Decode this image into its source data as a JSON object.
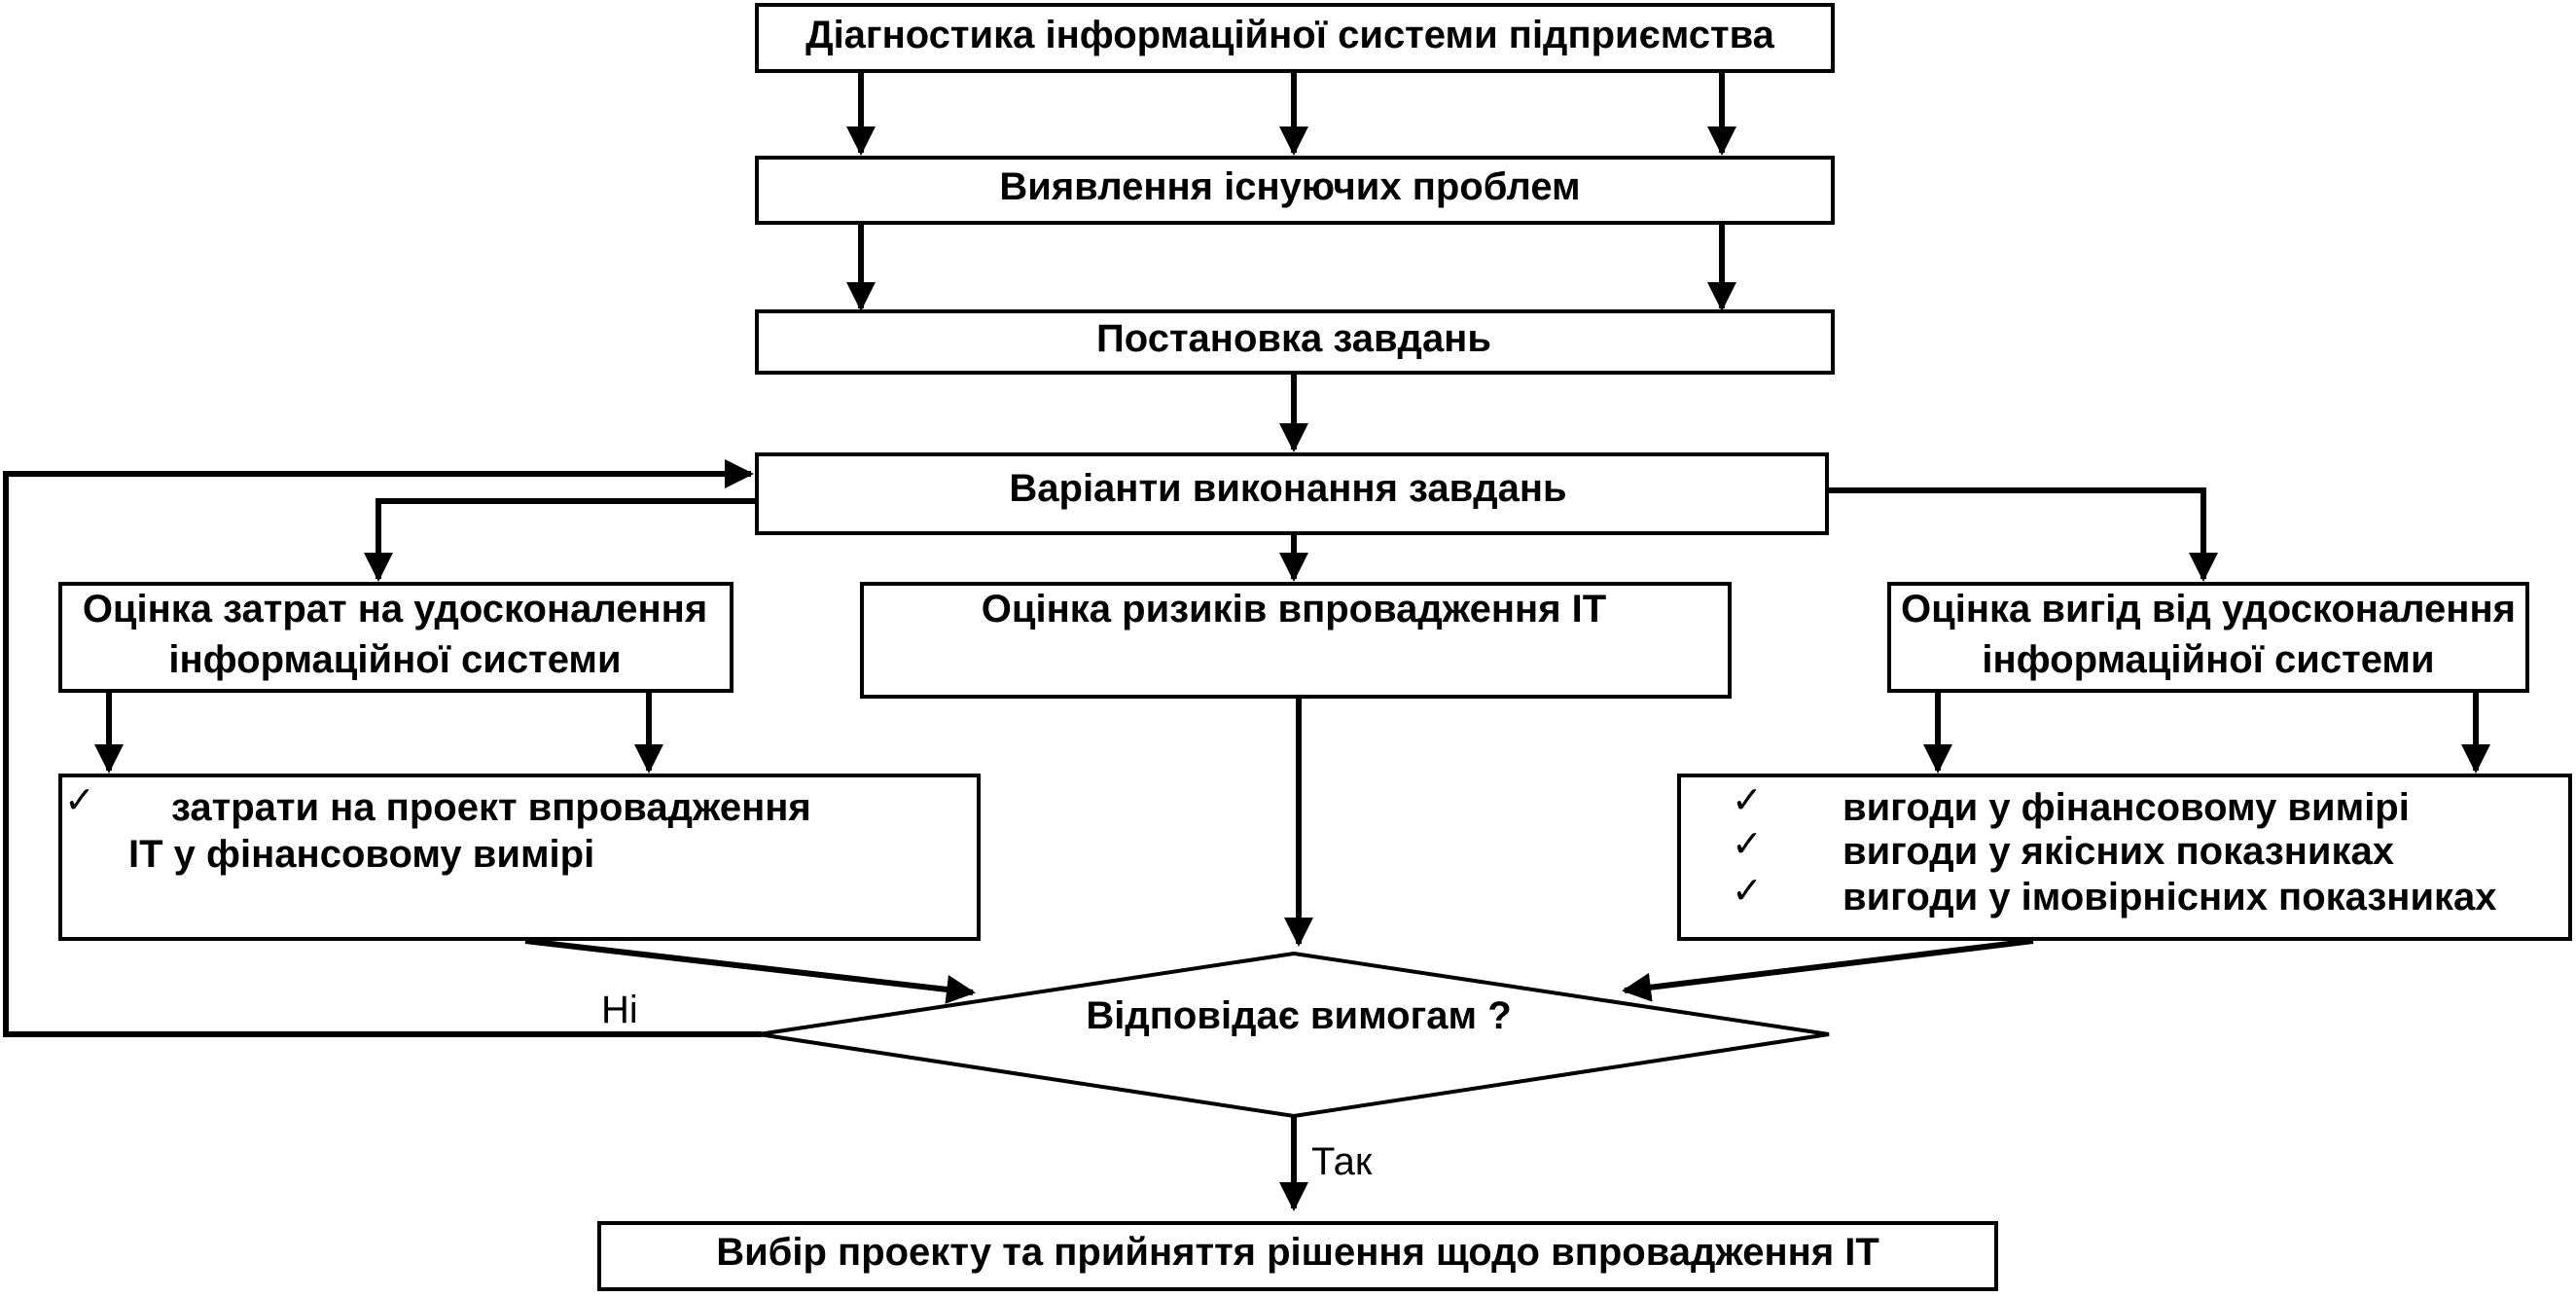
{
  "boxes": {
    "diagnostics": "Діагностика інформаційної системи підприємства",
    "problems": "Виявлення існуючих проблем",
    "tasks": "Постановка завдань",
    "options": "Варіанти виконання завдань",
    "costs_line1": "Оцінка затрат на удосконалення",
    "costs_line2": "інформаційної системи",
    "risks": "Оцінка ризиків впровадження ІТ",
    "benefits_line1": "Оцінка вигід від удосконалення",
    "benefits_line2": "інформаційної системи",
    "cost_items_line1": "затрати на проект  впровадження",
    "cost_items_line2": "ІТ у фінансовому вимірі",
    "benefit_item_1": "вигоди у фінансовому вимірі",
    "benefit_item_2": "вигоди у якісних показниках",
    "benefit_item_3": "вигоди у імовірнісних показниках",
    "decision": "Відповідає вимогам ?",
    "final": "Вибір проекту та прийняття рішення щодо впровадження ІТ"
  },
  "edge_labels": {
    "no": "Ні",
    "yes": "Так"
  },
  "check_mark": "✓"
}
